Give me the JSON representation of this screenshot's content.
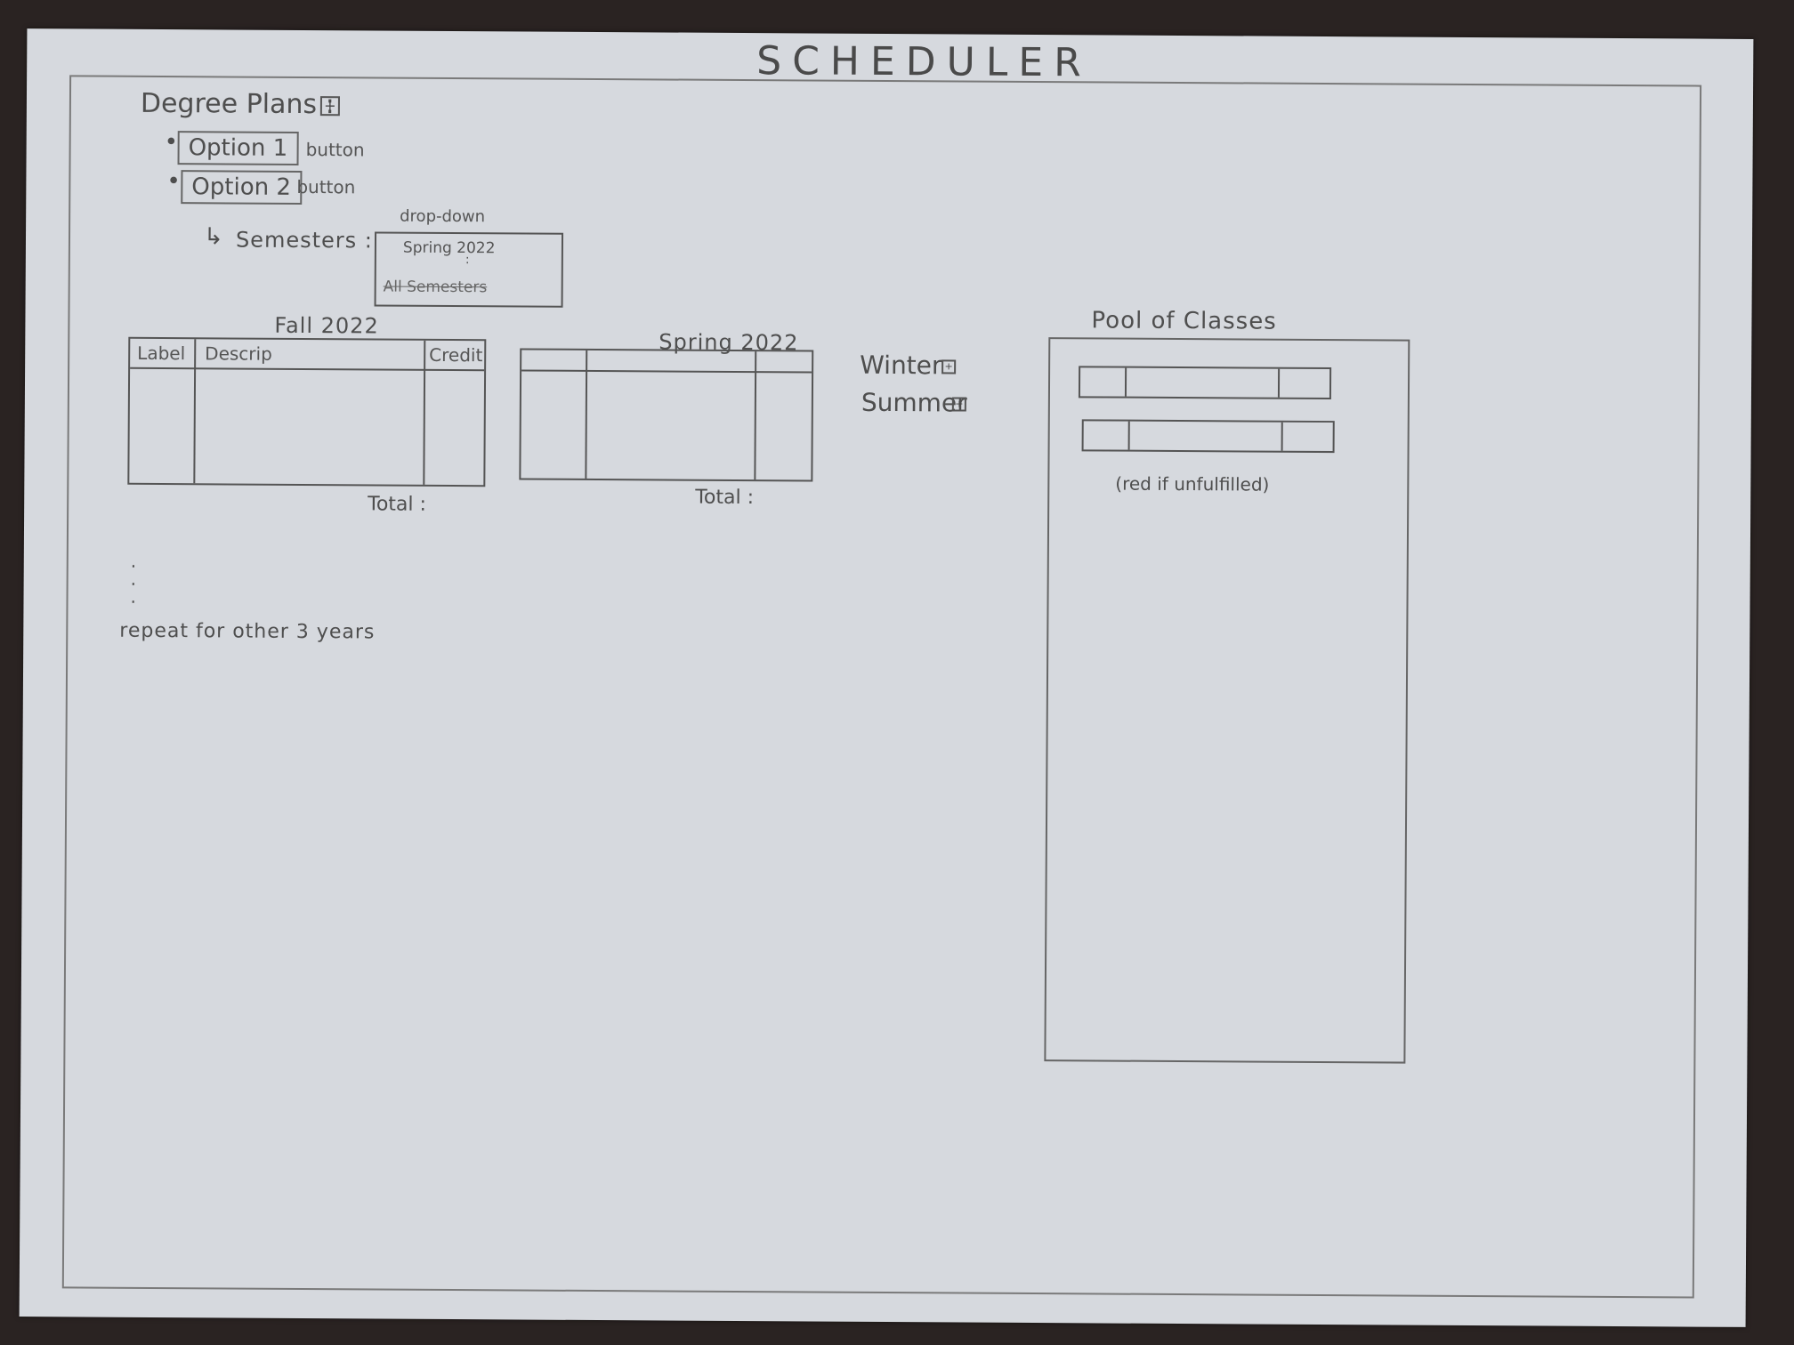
{
  "app": {
    "title": "SCHEDULER"
  },
  "degree_plans": {
    "label": "Degree Plans :",
    "add_icon": "plus-box-icon",
    "options": [
      {
        "label": "Option 1",
        "note": "button"
      },
      {
        "label": "Option 2",
        "note": "button"
      }
    ],
    "semesters_label": "Semesters :",
    "dropdown": {
      "note": "drop-down",
      "selected": "Spring 2022",
      "ellipsis": ":",
      "struck_option": "All Semesters"
    }
  },
  "semesters": [
    {
      "title": "Fall 2022",
      "columns": [
        "Label",
        "Descrip",
        "Credit"
      ],
      "total_label": "Total :"
    },
    {
      "title": "Spring 2022",
      "columns": [
        "",
        "",
        ""
      ],
      "total_label": "Total :"
    }
  ],
  "repeat": {
    "dots": ".\n.\n.",
    "note": "repeat for other 3 years"
  },
  "extra_semesters": [
    {
      "label": "Winter",
      "icon": "plus-box-icon"
    },
    {
      "label": "Summer",
      "icon": "plus-box-icon"
    }
  ],
  "pool": {
    "title": "Pool of Classes",
    "item_count": 2,
    "note": "(red if unfulfilled)"
  }
}
